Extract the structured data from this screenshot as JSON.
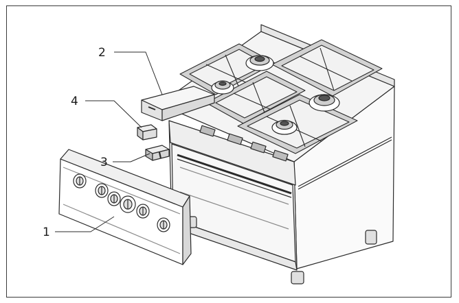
{
  "diagram": {
    "callouts": [
      {
        "id": "1",
        "label": "1"
      },
      {
        "id": "2",
        "label": "2"
      },
      {
        "id": "3",
        "label": "3"
      },
      {
        "id": "4",
        "label": "4"
      }
    ],
    "colors": {
      "line": "#2a2a2a",
      "shade": "#d9d9d9",
      "light": "#f2f2f2",
      "dark": "#555555"
    }
  }
}
